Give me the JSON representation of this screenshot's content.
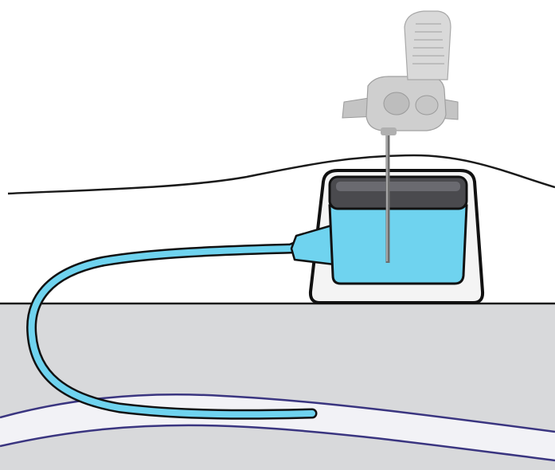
{
  "colors": {
    "background": "#ffffff",
    "skin_outline": "#1a1a1a",
    "tissue_fill": "#d8d9db",
    "port_body": "#f4f4f4",
    "port_septum": "#4a4a4e",
    "reservoir_fluid": "#6fd3ef",
    "catheter": "#6fd3ef",
    "vessel_wall": "#3a3580",
    "needle_hub": "#c9c9c9"
  },
  "components": [
    {
      "name": "skin-surface"
    },
    {
      "name": "subcutaneous-tissue"
    },
    {
      "name": "implanted-port"
    },
    {
      "name": "port-septum"
    },
    {
      "name": "port-reservoir"
    },
    {
      "name": "catheter"
    },
    {
      "name": "blood-vessel"
    },
    {
      "name": "huber-needle"
    }
  ]
}
